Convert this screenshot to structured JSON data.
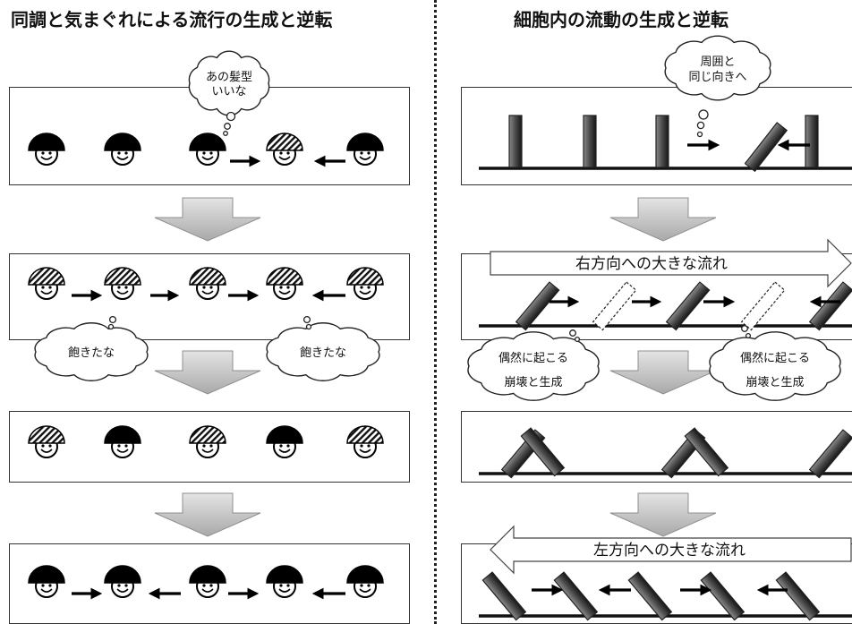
{
  "left": {
    "title": "同調と気まぐれによる流行の生成と逆転",
    "thought_bubble": [
      "あの髪型",
      "いいな"
    ],
    "bored_bubble": "飽きたな"
  },
  "right": {
    "title": "細胞内の流動の生成と逆転",
    "thought_bubble": [
      "周囲と",
      "同じ向きへ"
    ],
    "flow_right": "右方向への大きな流れ",
    "flow_left": "左方向への大きな流れ",
    "event_bubble": [
      "偶然に起こる",
      "崩壊と生成"
    ]
  },
  "colors": {
    "line": "#222222",
    "arrow_fill": "#cfcfcf",
    "hair": "#000000"
  }
}
